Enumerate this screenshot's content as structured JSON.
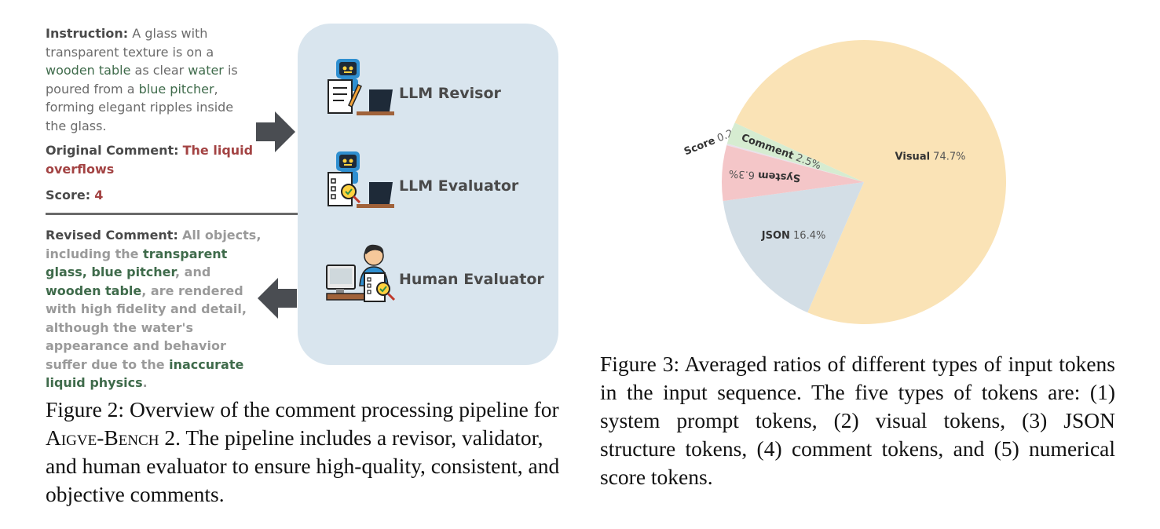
{
  "figure2": {
    "instruction": {
      "label": "Instruction:",
      "parts": [
        {
          "text": " A glass with transparent texture is on a ",
          "style": "plain"
        },
        {
          "text": "wooden table",
          "style": "green"
        },
        {
          "text": " as clear ",
          "style": "plain"
        },
        {
          "text": "water",
          "style": "green"
        },
        {
          "text": " is poured from a ",
          "style": "plain"
        },
        {
          "text": "blue pitcher",
          "style": "green"
        },
        {
          "text": ", forming elegant ripples inside the glass.",
          "style": "plain"
        }
      ]
    },
    "original": {
      "label": "Original Comment:",
      "value": "The liquid overflows"
    },
    "score": {
      "label": "Score:",
      "value": "4"
    },
    "revised": {
      "label": "Revised Comment:",
      "parts": [
        {
          "text": "All objects, including the ",
          "style": "grey"
        },
        {
          "text": "transparent glass, blue pitcher",
          "style": "green"
        },
        {
          "text": ", and ",
          "style": "grey"
        },
        {
          "text": "wooden table",
          "style": "green"
        },
        {
          "text": ", are rendered with high fidelity and detail, although the water's appearance and behavior suffer due to the ",
          "style": "grey"
        },
        {
          "text": "inaccurate liquid physics",
          "style": "green"
        },
        {
          "text": ".",
          "style": "grey"
        }
      ]
    },
    "nodes": {
      "revisor": "LLM Revisor",
      "evaluator": "LLM Evaluator",
      "human": "Human Evaluator"
    },
    "caption": {
      "prefix": "Figure 2: Overview of the comment processing pipeline for ",
      "name": "Aigve-Bench 2",
      "suffix": ". The pipeline includes a revisor, validator, and human evaluator to ensure high-quality, consistent, and objective comments."
    },
    "colors": {
      "green": "#3f6b4b",
      "red": "#a34343",
      "panel": "#d9e5ee",
      "arrow": "#4a4d52"
    }
  },
  "figure3": {
    "chart_data": {
      "type": "pie",
      "slices": [
        {
          "label": "Score",
          "value": 0.2,
          "pct_text": "0.2%",
          "color": "#e8e0ea"
        },
        {
          "label": "Comment",
          "value": 2.5,
          "pct_text": "2.5%",
          "color": "#d6ecd1"
        },
        {
          "label": "Visual",
          "value": 74.7,
          "pct_text": "74.7%",
          "color": "#fae3b6"
        },
        {
          "label": "JSON",
          "value": 16.4,
          "pct_text": "16.4%",
          "color": "#d3dee6"
        },
        {
          "label": "System",
          "value": 6.3,
          "pct_text": "6.3%",
          "color": "#f4c6c8"
        }
      ]
    },
    "caption": "Figure 3: Averaged ratios of different types of input tokens in the input sequence. The five types of tokens are: (1) system prompt tokens, (2) visual tokens, (3) JSON structure tokens, (4) comment tokens, and (5) numerical score tokens."
  }
}
